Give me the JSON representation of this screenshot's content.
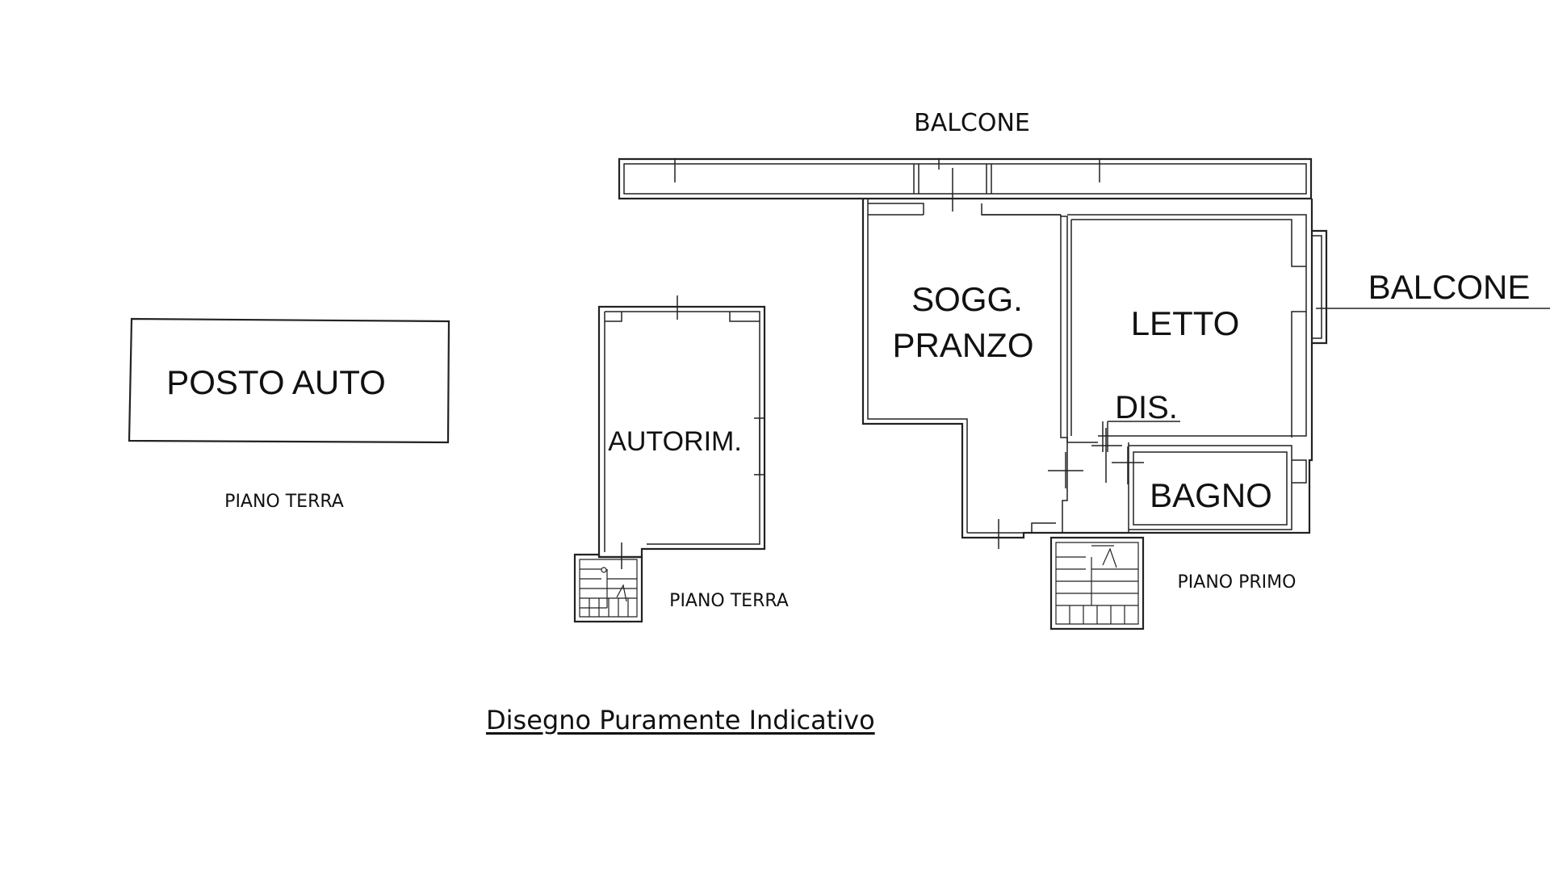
{
  "drawing": {
    "rooms": {
      "posto_auto": "POSTO AUTO",
      "autorimessa": "AUTORIM.",
      "soggiorno_line1": "SOGG.",
      "soggiorno_line2": "PRANZO",
      "letto": "LETTO",
      "disimpegno": "DIS.",
      "bagno": "BAGNO"
    },
    "balconies": {
      "top": "BALCONE",
      "right": "BALCONE"
    },
    "floor_captions": {
      "posto_auto": "PIANO TERRA",
      "autorimessa": "PIANO TERRA",
      "apartment": "PIANO PRIMO"
    },
    "disclaimer": "Disegno Puramente Indicativo"
  },
  "colors": {
    "background": "#ffffff",
    "lines": "#222222",
    "text": "#111111"
  }
}
